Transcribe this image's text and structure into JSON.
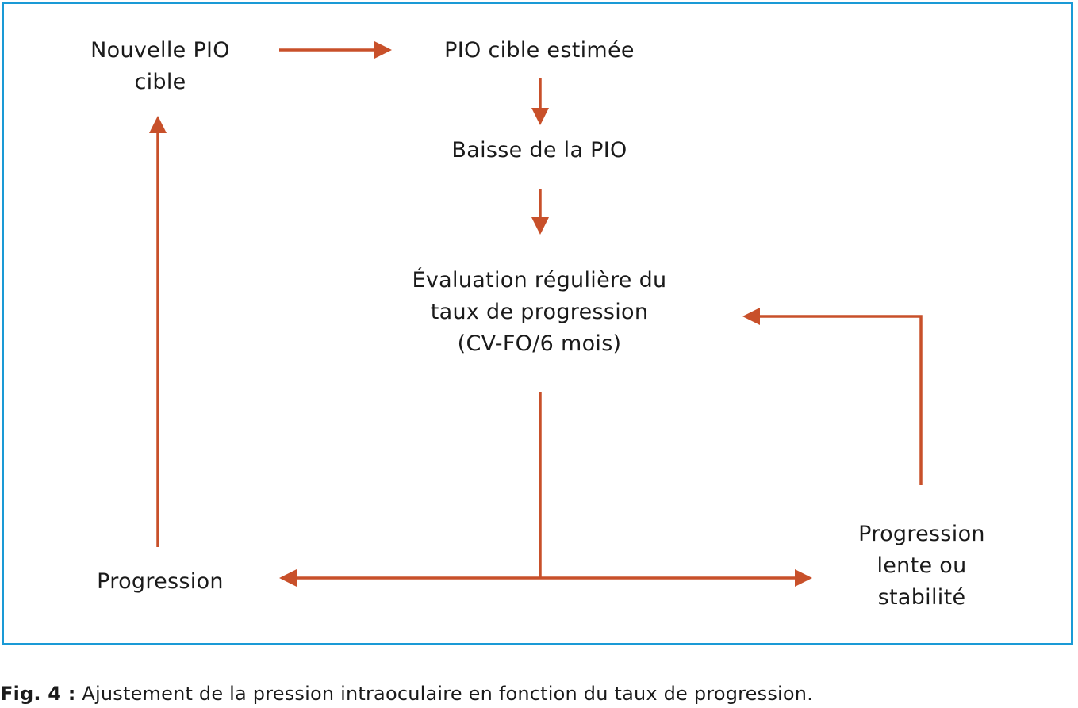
{
  "colors": {
    "frame": "#1a9ad6",
    "arrow": "#c8502a",
    "text": "#1a1a1a"
  },
  "nodes": {
    "nouvelle_pio": "Nouvelle PIO\ncible",
    "pio_cible_estimee": "PIO cible estimée",
    "baisse_pio": "Baisse de la PIO",
    "evaluation": "Évaluation régulière du\ntaux de progression\n(CV-FO/6 mois)",
    "progression": "Progression",
    "progression_lente": "Progression\nlente ou\nstabilité"
  },
  "caption": {
    "label": "Fig. 4 :",
    "text": " Ajustement de la pression intraoculaire en fonction du taux de progression."
  }
}
